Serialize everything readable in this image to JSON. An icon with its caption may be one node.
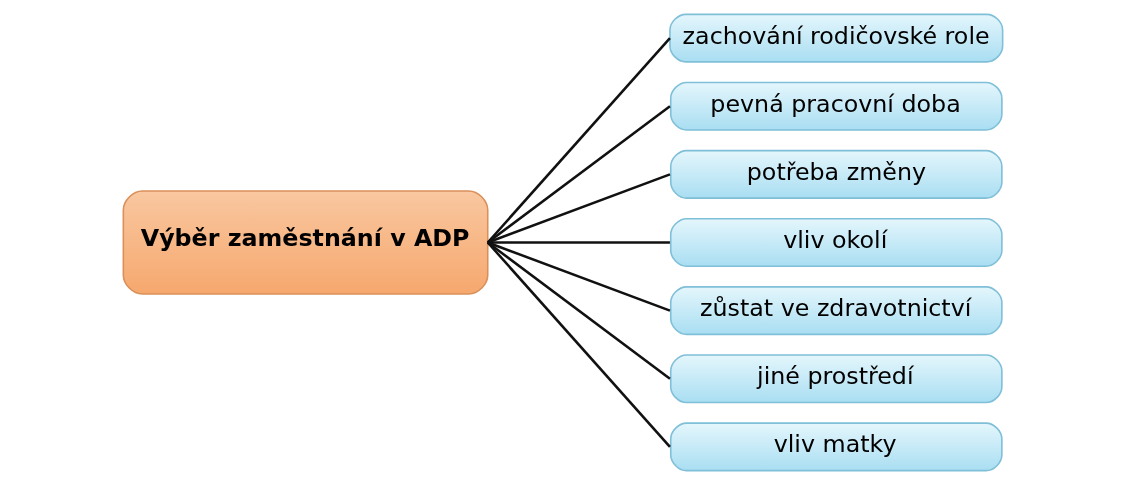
{
  "diagram": {
    "nodes": [
      {
        "text": [
          "Výběr zaměstnání v ADP"
        ]
      },
      {
        "text": [
          "zachování rodičovské role"
        ]
      },
      {
        "text": [
          "pevná pracovní doba"
        ]
      },
      {
        "text": [
          "potřeba změny"
        ]
      },
      {
        "text": [
          "vliv okolí"
        ]
      },
      {
        "text": [
          "zůstat ve zdravotnictví"
        ]
      },
      {
        "text": [
          "jiné prostředí"
        ]
      },
      {
        "text": [
          "vliv matky"
        ]
      }
    ],
    "edges": [
      {
        "from": 0,
        "to": 1,
        "arrow": "none"
      },
      {
        "from": 0,
        "to": 2,
        "arrow": "none"
      },
      {
        "from": 0,
        "to": 3,
        "arrow": "none"
      },
      {
        "from": 0,
        "to": 4,
        "arrow": "none"
      },
      {
        "from": 0,
        "to": 5,
        "arrow": "none"
      },
      {
        "from": 0,
        "to": 6,
        "arrow": "none"
      },
      {
        "from": 0,
        "to": 7,
        "arrow": "none"
      }
    ]
  }
}
